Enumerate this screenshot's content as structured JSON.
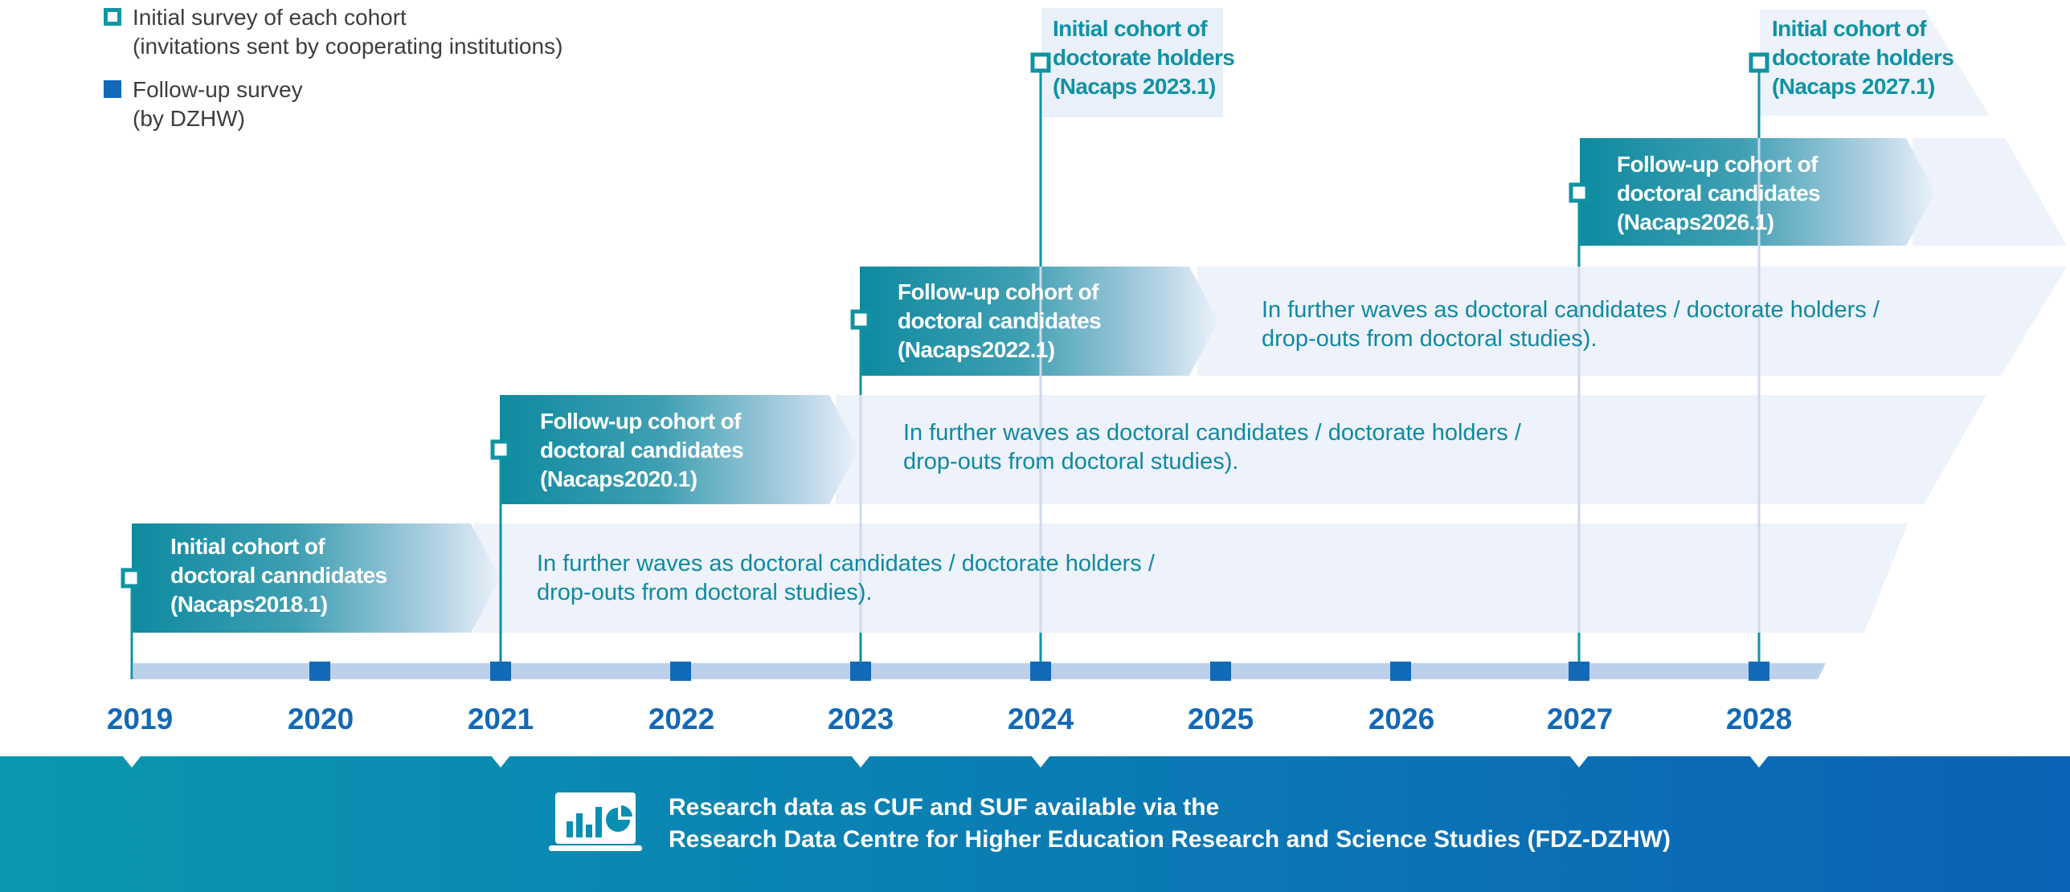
{
  "legend": {
    "initial": {
      "line1": "Initial survey of each cohort",
      "line2": "(invitations sent by cooperating institutions)",
      "icon": "open-square-icon"
    },
    "followup": {
      "line1": "Follow-up survey",
      "line2": "(by DZHW)",
      "icon": "filled-square-icon"
    }
  },
  "cohorts": {
    "c2018": {
      "line1": "Initial cohort of",
      "line2": "doctoral canndidates",
      "line3": "(Nacaps2018.1)"
    },
    "c2020": {
      "line1": "Follow-up cohort of",
      "line2": "doctoral candidates",
      "line3": "(Nacaps2020.1)"
    },
    "c2022": {
      "line1": "Follow-up cohort of",
      "line2": "doctoral candidates",
      "line3": "(Nacaps2022.1)"
    },
    "c2026": {
      "line1": "Follow-up cohort of",
      "line2": "doctoral candidates",
      "line3": "(Nacaps2026.1)"
    },
    "h2023": {
      "line1": "Initial cohort of",
      "line2": "doctorate holders",
      "line3": "(Nacaps 2023.1)"
    },
    "h2027": {
      "line1": "Initial cohort of",
      "line2": "doctorate holders",
      "line3": "(Nacaps 2027.1)"
    }
  },
  "waves": {
    "line1": "In further waves as doctoral candidates / doctorate holders /",
    "line2": "drop-outs from doctoral studies)."
  },
  "years": [
    "2019",
    "2020",
    "2021",
    "2022",
    "2023",
    "2024",
    "2025",
    "2026",
    "2027",
    "2028"
  ],
  "footer": {
    "line1": "Research data as CUF and SUF available via the",
    "line2": "Research Data Centre for Higher Education Research and Science Studies (FDZ-DZHW)",
    "icon": "chart-monitor-icon"
  },
  "colors": {
    "teal": "#0e8aa2",
    "blue": "#1169b8",
    "timeline": "#bcd0ec",
    "band": "#eef2fa",
    "footer_left": "#0a98b0",
    "footer_right": "#0b62b6"
  }
}
